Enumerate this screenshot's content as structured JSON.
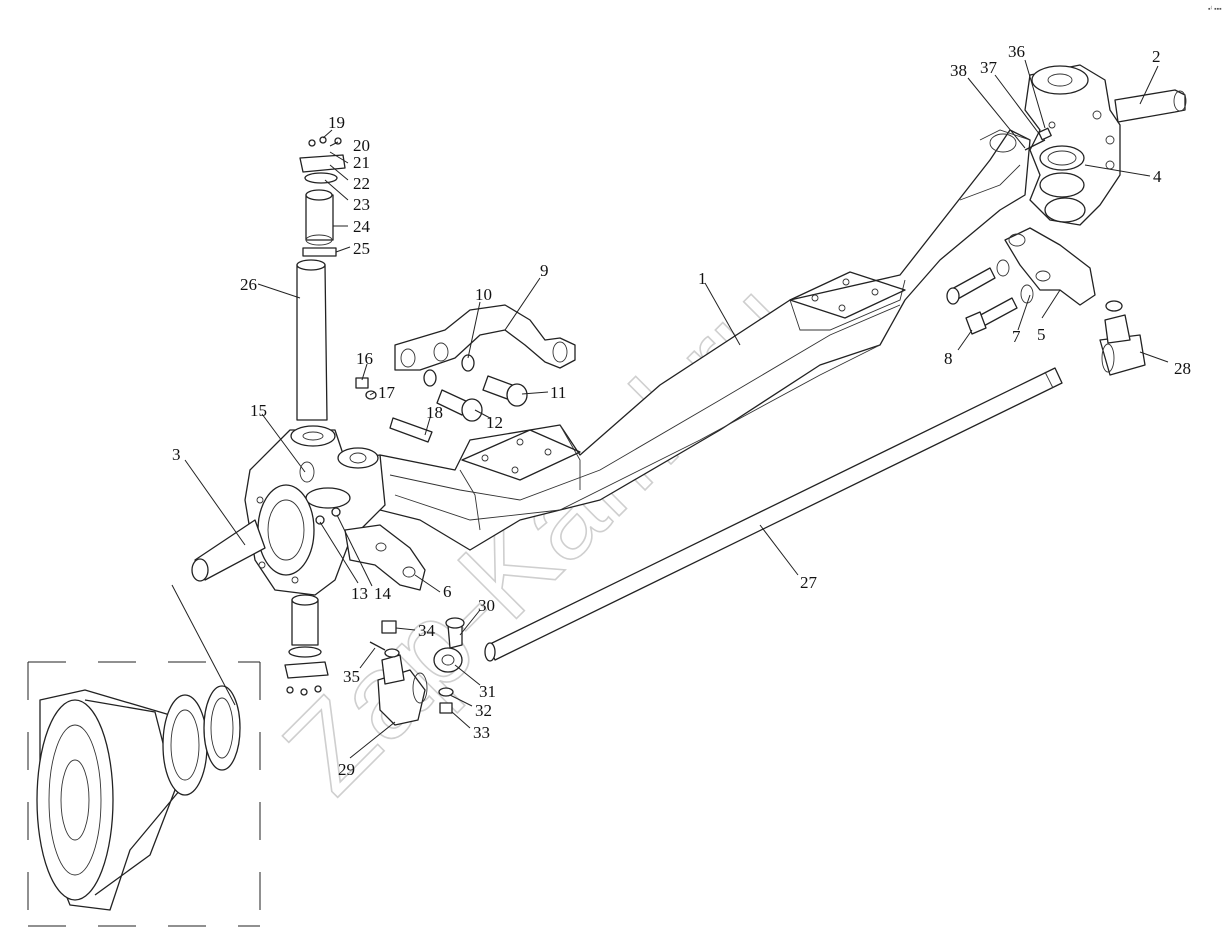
{
  "diagram": {
    "corner_mark": "▪⁽ ▪▪▪",
    "watermark": "Zap-Kaml.ru",
    "callouts": [
      {
        "id": "c1",
        "text": "1"
      },
      {
        "id": "c2",
        "text": "2"
      },
      {
        "id": "c3",
        "text": "3"
      },
      {
        "id": "c4",
        "text": "4"
      },
      {
        "id": "c5",
        "text": "5"
      },
      {
        "id": "c6",
        "text": "6"
      },
      {
        "id": "c7",
        "text": "7"
      },
      {
        "id": "c8",
        "text": "8"
      },
      {
        "id": "c9",
        "text": "9"
      },
      {
        "id": "c10",
        "text": "10"
      },
      {
        "id": "c11",
        "text": "11"
      },
      {
        "id": "c12",
        "text": "12"
      },
      {
        "id": "c13",
        "text": "13"
      },
      {
        "id": "c14",
        "text": "14"
      },
      {
        "id": "c15",
        "text": "15"
      },
      {
        "id": "c16",
        "text": "16"
      },
      {
        "id": "c17",
        "text": "17"
      },
      {
        "id": "c18",
        "text": "18"
      },
      {
        "id": "c19",
        "text": "19"
      },
      {
        "id": "c20",
        "text": "20"
      },
      {
        "id": "c21",
        "text": "21"
      },
      {
        "id": "c22",
        "text": "22"
      },
      {
        "id": "c23",
        "text": "23"
      },
      {
        "id": "c24",
        "text": "24"
      },
      {
        "id": "c25",
        "text": "25"
      },
      {
        "id": "c26",
        "text": "26"
      },
      {
        "id": "c27",
        "text": "27"
      },
      {
        "id": "c28",
        "text": "28"
      },
      {
        "id": "c29",
        "text": "29"
      },
      {
        "id": "c30",
        "text": "30"
      },
      {
        "id": "c31",
        "text": "31"
      },
      {
        "id": "c32",
        "text": "32"
      },
      {
        "id": "c33",
        "text": "33"
      },
      {
        "id": "c34",
        "text": "34"
      },
      {
        "id": "c35",
        "text": "35"
      },
      {
        "id": "c36",
        "text": "36"
      },
      {
        "id": "c37",
        "text": "37"
      },
      {
        "id": "c38",
        "text": "38"
      }
    ]
  }
}
